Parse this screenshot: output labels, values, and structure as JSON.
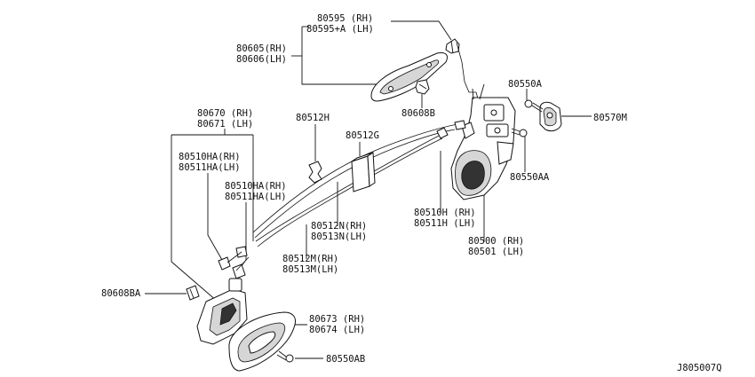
{
  "callouts": [
    {
      "id": "handle-outer-end",
      "lines": [
        "80595 (RH)",
        "80595+A (LH)"
      ]
    },
    {
      "id": "outside-handle",
      "lines": [
        "80605(RH)",
        "80606(LH)"
      ]
    },
    {
      "id": "grommet",
      "lines": [
        "80608B"
      ]
    },
    {
      "id": "screw-a",
      "lines": [
        "80550A"
      ]
    },
    {
      "id": "striker",
      "lines": [
        "80570M"
      ]
    },
    {
      "id": "screw-aa",
      "lines": [
        "80550AA"
      ]
    },
    {
      "id": "inside-handle-assy",
      "lines": [
        "80670 (RH)",
        "80671 (LH)"
      ]
    },
    {
      "id": "clip-h",
      "lines": [
        "80512H"
      ]
    },
    {
      "id": "clip-g",
      "lines": [
        "80512G"
      ]
    },
    {
      "id": "rod-clip-upper",
      "lines": [
        "80510HA(RH)",
        "80511HA(LH)"
      ]
    },
    {
      "id": "rod-clip-lower",
      "lines": [
        "80510HA(RH)",
        "80511HA(LH)"
      ]
    },
    {
      "id": "rod-clip-lock",
      "lines": [
        "80510H (RH)",
        "80511H (LH)"
      ]
    },
    {
      "id": "cable-n",
      "lines": [
        "80512N(RH)",
        "80513N(LH)"
      ]
    },
    {
      "id": "cable-m",
      "lines": [
        "80512M(RH)",
        "80513M(LH)"
      ]
    },
    {
      "id": "door-lock",
      "lines": [
        "80500 (RH)",
        "80501 (LH)"
      ]
    },
    {
      "id": "clip-ba",
      "lines": [
        "80608BA"
      ]
    },
    {
      "id": "escutcheon",
      "lines": [
        "80673 (RH)",
        "80674 (LH)"
      ]
    },
    {
      "id": "screw-ab",
      "lines": [
        "80550AB"
      ]
    }
  ],
  "diagram_code": "J805007Q"
}
